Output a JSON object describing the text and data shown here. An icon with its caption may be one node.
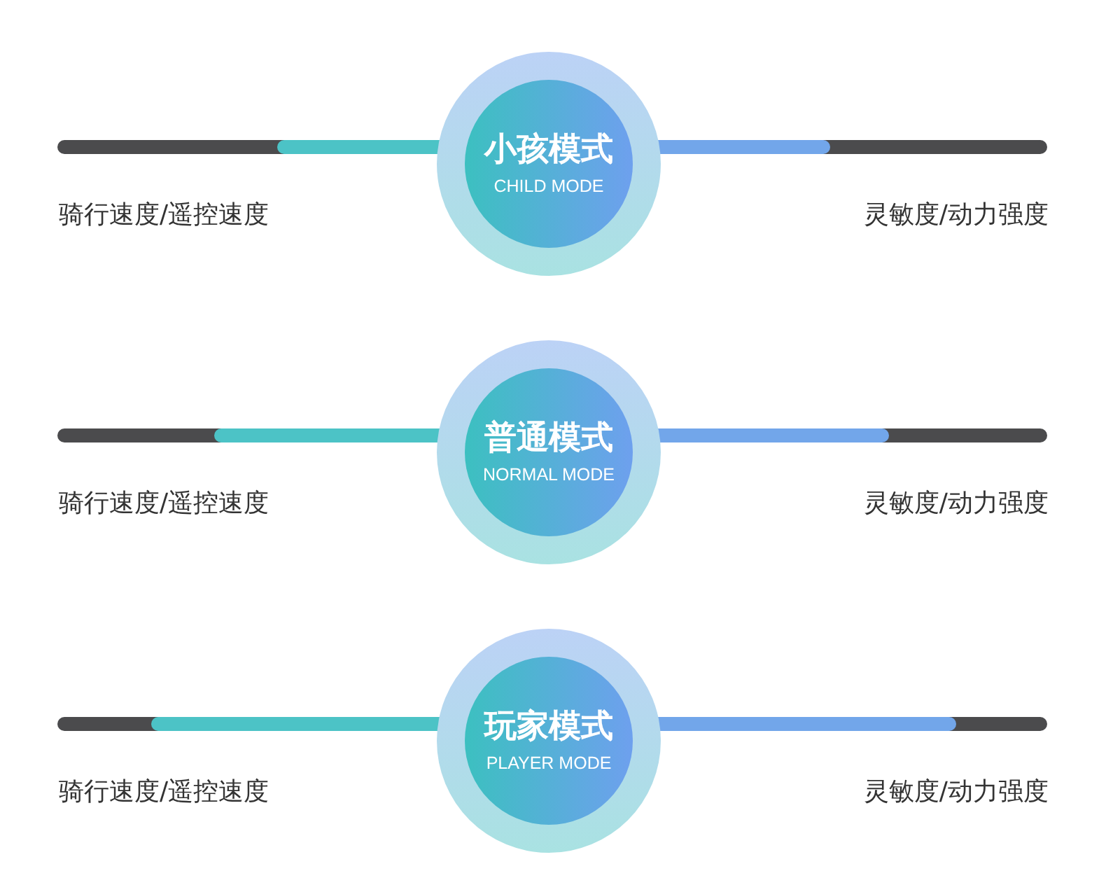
{
  "diagram": {
    "nodes": [
      {
        "text": [
          "小孩模式",
          "CHILD MODE"
        ]
      },
      {
        "text": [
          "普通模式",
          "NORMAL MODE"
        ]
      },
      {
        "text": [
          "玩家模式",
          "PLAYER MODE"
        ]
      }
    ],
    "labels": [
      "骑行速度/遥控速度",
      "灵敏度/动力强度",
      "骑行速度/遥控速度",
      "灵敏度/动力强度",
      "骑行速度/遥控速度",
      "灵敏度/动力强度"
    ]
  }
}
